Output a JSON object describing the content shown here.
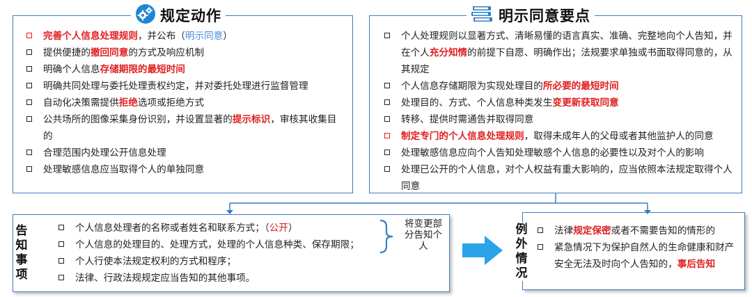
{
  "left_panel": {
    "title": "规定动作",
    "items": [
      {
        "bullet_red": true,
        "parts": [
          {
            "t": "完善个人信息处理规则",
            "s": "red"
          },
          {
            "t": "，并公布（",
            "s": "plain"
          },
          {
            "t": "明示同意",
            "s": "blue"
          },
          {
            "t": "）",
            "s": "plain"
          }
        ]
      },
      {
        "bullet_red": false,
        "parts": [
          {
            "t": "提供便捷的",
            "s": "plain"
          },
          {
            "t": "撤回同意",
            "s": "red"
          },
          {
            "t": "的方式及响应机制",
            "s": "plain"
          }
        ]
      },
      {
        "bullet_red": false,
        "parts": [
          {
            "t": "明确个人信息",
            "s": "plain"
          },
          {
            "t": "存储期限的最短时间",
            "s": "red"
          }
        ]
      },
      {
        "bullet_red": false,
        "parts": [
          {
            "t": "明确共同处理与委托处理责权约定，并对委托处理进行监督管理",
            "s": "plain"
          }
        ]
      },
      {
        "bullet_red": false,
        "parts": [
          {
            "t": "自动化决策需提供",
            "s": "plain"
          },
          {
            "t": "拒绝",
            "s": "red"
          },
          {
            "t": "选项或拒绝方式",
            "s": "plain"
          }
        ]
      },
      {
        "bullet_red": false,
        "parts": [
          {
            "t": "公共场所的图像采集身份识别，并设置显著的",
            "s": "plain"
          },
          {
            "t": "提示标识",
            "s": "red"
          },
          {
            "t": "，审核其收集目的",
            "s": "plain"
          }
        ]
      },
      {
        "bullet_red": false,
        "parts": [
          {
            "t": "合理范围内处理公开信息处理",
            "s": "plain"
          }
        ]
      },
      {
        "bullet_red": false,
        "parts": [
          {
            "t": "处理敏感信息应当取得个人的单独同意",
            "s": "plain"
          }
        ]
      }
    ]
  },
  "right_panel": {
    "title": "明示同意要点",
    "items": [
      {
        "bullet_red": false,
        "parts": [
          {
            "t": "个人处理规则以显著方式、清晰易懂的语言真实、准确、完整地向个人告知，并在个人",
            "s": "plain"
          },
          {
            "t": "充分知情",
            "s": "red"
          },
          {
            "t": "的前提下自愿、明确作出；法规要求单独或书面取得同意的，从其规定",
            "s": "plain"
          }
        ]
      },
      {
        "bullet_red": false,
        "parts": [
          {
            "t": "个人信息存储期限为实现处理目的",
            "s": "plain"
          },
          {
            "t": "所必要的最短时间",
            "s": "red"
          }
        ]
      },
      {
        "bullet_red": false,
        "parts": [
          {
            "t": "处理目的、方式、个人信息种类发生",
            "s": "plain"
          },
          {
            "t": "变更新获取同意",
            "s": "red"
          }
        ]
      },
      {
        "bullet_red": false,
        "parts": [
          {
            "t": "转移、提供时需通告并取得同意",
            "s": "plain"
          }
        ]
      },
      {
        "bullet_red": true,
        "parts": [
          {
            "t": "制定专门的个人信息处理规则",
            "s": "red"
          },
          {
            "t": "，取得未成年人的父母或者其他监护人的同意",
            "s": "plain"
          }
        ]
      },
      {
        "bullet_red": false,
        "parts": [
          {
            "t": "处理敏感信息应向个人告知处理敏感个人信息的必要性以及对个人的影响",
            "s": "plain"
          }
        ]
      },
      {
        "bullet_red": false,
        "parts": [
          {
            "t": "处理已公开的个人信息，对个人权益有重大影响的，应当依照本法规定取得个人同意",
            "s": "plain"
          }
        ]
      }
    ]
  },
  "notify_panel": {
    "label": "告知事项",
    "items": [
      {
        "bullet_red": false,
        "parts": [
          {
            "t": "个人信息处理者的名称或者姓名和联系方式；（",
            "s": "plain"
          },
          {
            "t": "公开",
            "s": "redn"
          },
          {
            "t": "）",
            "s": "plain"
          }
        ]
      },
      {
        "bullet_red": false,
        "parts": [
          {
            "t": "个人信息的处理目的、处理方式，处理的个人信息种类、保存期限；",
            "s": "plain"
          }
        ]
      },
      {
        "bullet_red": false,
        "parts": [
          {
            "t": "个人行使本法规定权利的方式和程序；",
            "s": "plain"
          }
        ]
      },
      {
        "bullet_red": false,
        "parts": [
          {
            "t": "法律、行政法规规定应当告知的其他事项。",
            "s": "plain"
          }
        ]
      }
    ],
    "brace_note": "将变更部分告知个人"
  },
  "exception_panel": {
    "label": "例外情况",
    "items": [
      {
        "bullet_red": false,
        "parts": [
          {
            "t": "法律",
            "s": "plain"
          },
          {
            "t": "规定保密",
            "s": "red"
          },
          {
            "t": "或者不需要告知的情形的",
            "s": "plain"
          }
        ]
      },
      {
        "bullet_red": false,
        "parts": [
          {
            "t": "紧急情况下为保护自然人的生命健康和财产安全无法及时向个人告知的，",
            "s": "plain"
          },
          {
            "t": "事后告知",
            "s": "red"
          }
        ]
      }
    ]
  },
  "colors": {
    "accent_blue": "#3a7cc2",
    "highlight_red": "#e02020",
    "arrow_blue": "#2aa3e8"
  },
  "icons": {
    "left_title": "gears-icon",
    "right_title": "stacked-books-icon"
  }
}
